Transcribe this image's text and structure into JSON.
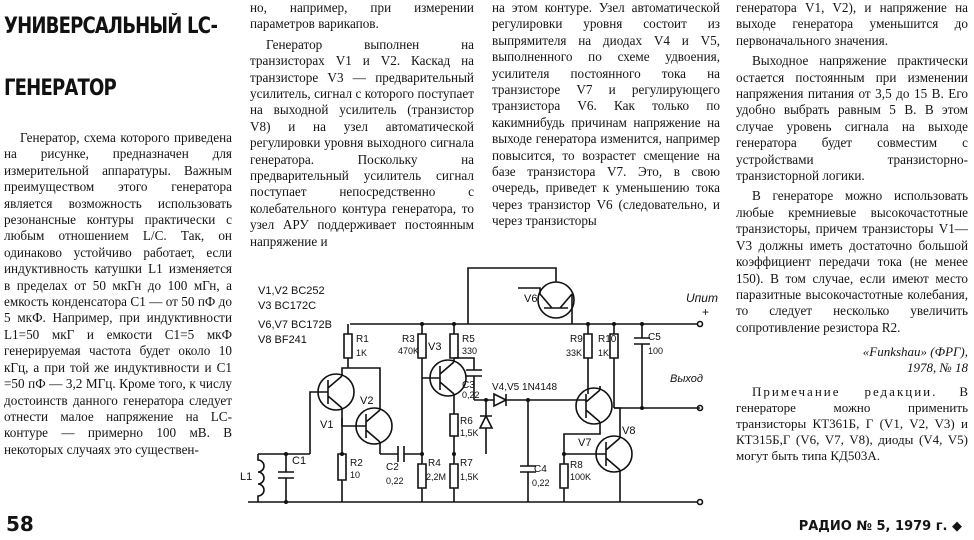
{
  "title": {
    "line1": "УНИВЕРСАЛЬНЫЙ LC-",
    "line2": "ГЕНЕРАТОР"
  },
  "col1": {
    "p1": "Генератор, схема которого приведена на рисунке, предназначен для измерительной аппаратуры. Важным преимуществом этого генератора является возможность использовать резонансные контуры практически с любым отношением L/C. Так, он одинаково устойчиво работает, если индуктивность катушки L1 изменяется в пределах от 50 мкГн до 100 мГн, а емкость конденсатора C1 — от 50 пФ до 5 мкФ. Например, при индуктивности L1=50 мкГ и емкости C1=5 мкФ генерируемая частота будет около 10 кГц, а при той же индуктивности и C1 =50 пФ — 3,2 МГц. Кроме того, к числу достоинств данного генератора следует отнести малое напряжение на LC-контуре — примерно 100 мВ. В некоторых случаях это существен-"
  },
  "col2": {
    "p0": "но, например, при измерении параметров варикапов.",
    "p1": "Генератор выполнен на транзисторах V1 и V2. Каскад на транзисторе V3 — предварительный усилитель, сигнал с которого поступает на выходной усилитель (транзистор V8) и на узел автоматической регулировки уровня выходного сигнала генератора. Поскольку на предварительный усилитель сигнал поступает непосредственно с колебательного контура генератора, то узел АРУ поддерживает постоянным напряжение и"
  },
  "col3": {
    "p0": "на этом контуре. Узел автоматической регулировки уровня состоит из выпрямителя на диодах V4 и V5, выполненного по схеме удвоения, усилителя постоянного тока на транзисторе V7 и регулирующего транзистора V6. Как только по какимнибудь причинам напряжение на выходе генератора изменится, например повысится, то возрастет смещение на базе транзистора V7. Это, в свою очередь, приведет к уменьшению тока через транзистор V6 (следовательно, и через транзисторы"
  },
  "col4": {
    "p0": "генератора V1, V2), и напряжение на выходе генератора уменьшится до первоначального значения.",
    "p1": "Выходное напряжение практически остается постоянным при изменении напряжения питания от 3,5 до 15 В. Его удобно выбрать равным 5 В. В этом случае уровень сигнала на выходе генератора будет совместим с устройствами транзисторно-транзисторной логики.",
    "p2": "В генераторе можно использовать любые кремниевые высокочастотные транзисторы, причем транзисторы V1—V3 должны иметь достаточно большой коэффициент передачи тока (не менее 150). В том случае, если имеют место паразитные высокочастотные колебания, то следует несколько увеличить сопротивление резистора R2.",
    "source_line1": "«Funkshau» (ФРГ),",
    "source_line2": "1978, № 18",
    "note_head": "Примечание редакции.",
    "note_body": "В генераторе можно применить транзисторы КТ361Б, Г (V1, V2, V3) и КТ315Б,Г (V6, V7, V8), диоды (V4, V5) могут быть типа КД503А."
  },
  "footer": {
    "page_number": "58",
    "journal": "РАДИО № 5, 1979 г.",
    "diamond": "◆"
  },
  "schematic": {
    "legend": [
      "V1,V2  BC252",
      "V3  BC172C",
      "V6,V7  BC172B",
      "V8  BF241"
    ],
    "labels": {
      "upit": "Uпит",
      "plus": "+",
      "output": "Выход",
      "L1": "L1",
      "C1": "C1",
      "V1": "V1",
      "V2": "V2",
      "V3": "V3",
      "V6": "V6",
      "V7": "V7",
      "V8": "V8",
      "diodes": "V4,V5  1N4148",
      "R1": "R1",
      "R1v": "1K",
      "R2": "R2",
      "R2v": "10",
      "R3": "R3",
      "R3v": "470K",
      "R4": "R4",
      "R4v": "2,2M",
      "R5": "R5",
      "R5v": "330",
      "R6": "R6",
      "R6v": "1,5K",
      "R7": "R7",
      "R7v": "1,5K",
      "R8": "R8",
      "R8v": "100K",
      "R9": "R9",
      "R9v": "33K",
      "R10": "R10",
      "R10v": "1K",
      "C2": "C2",
      "C2v": "0,22",
      "C3": "C3",
      "C3v": "0,22",
      "C4": "C4",
      "C4v": "0,22",
      "C5": "C5",
      "C5v": "100"
    }
  }
}
